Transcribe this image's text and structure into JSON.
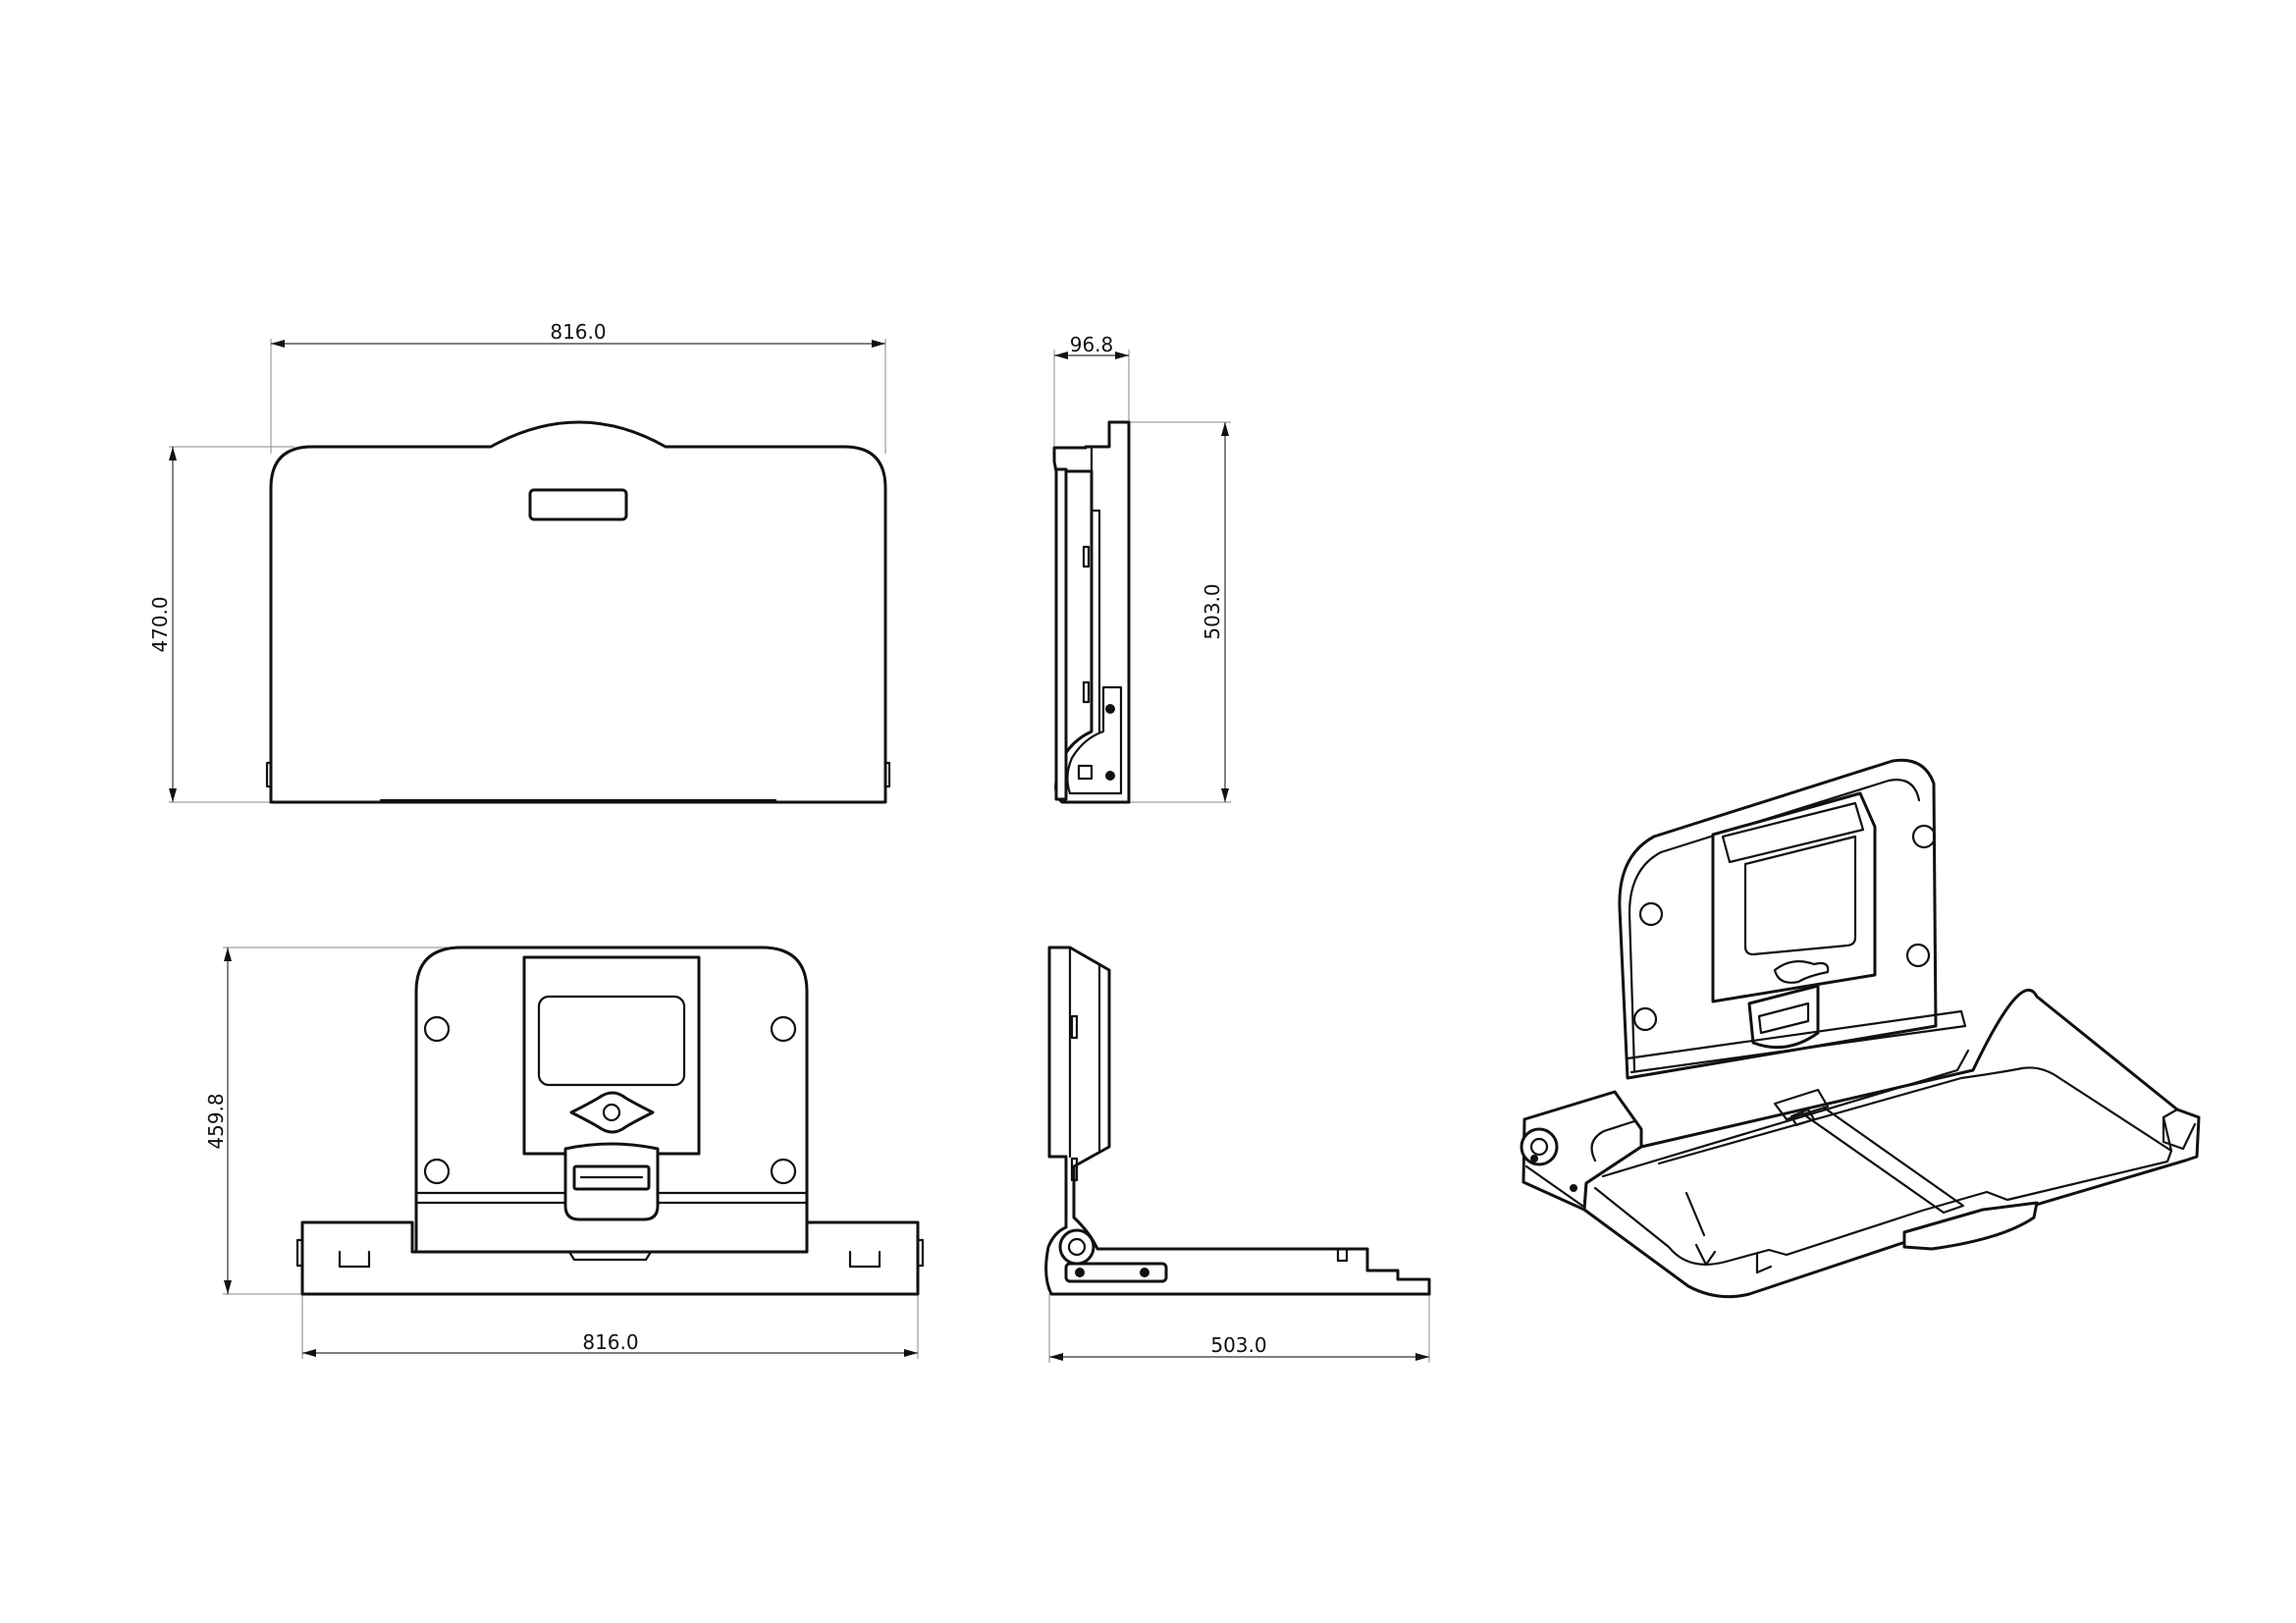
{
  "dimensions": {
    "front_width": "816.0",
    "front_height": "470.0",
    "side_depth": "96.8",
    "side_height": "503.0",
    "open_height": "459.8",
    "open_width": "816.0",
    "open_side_depth": "503.0"
  },
  "colors": {
    "line": "#111111",
    "extension": "#8a8a8a",
    "background": "#ffffff"
  }
}
